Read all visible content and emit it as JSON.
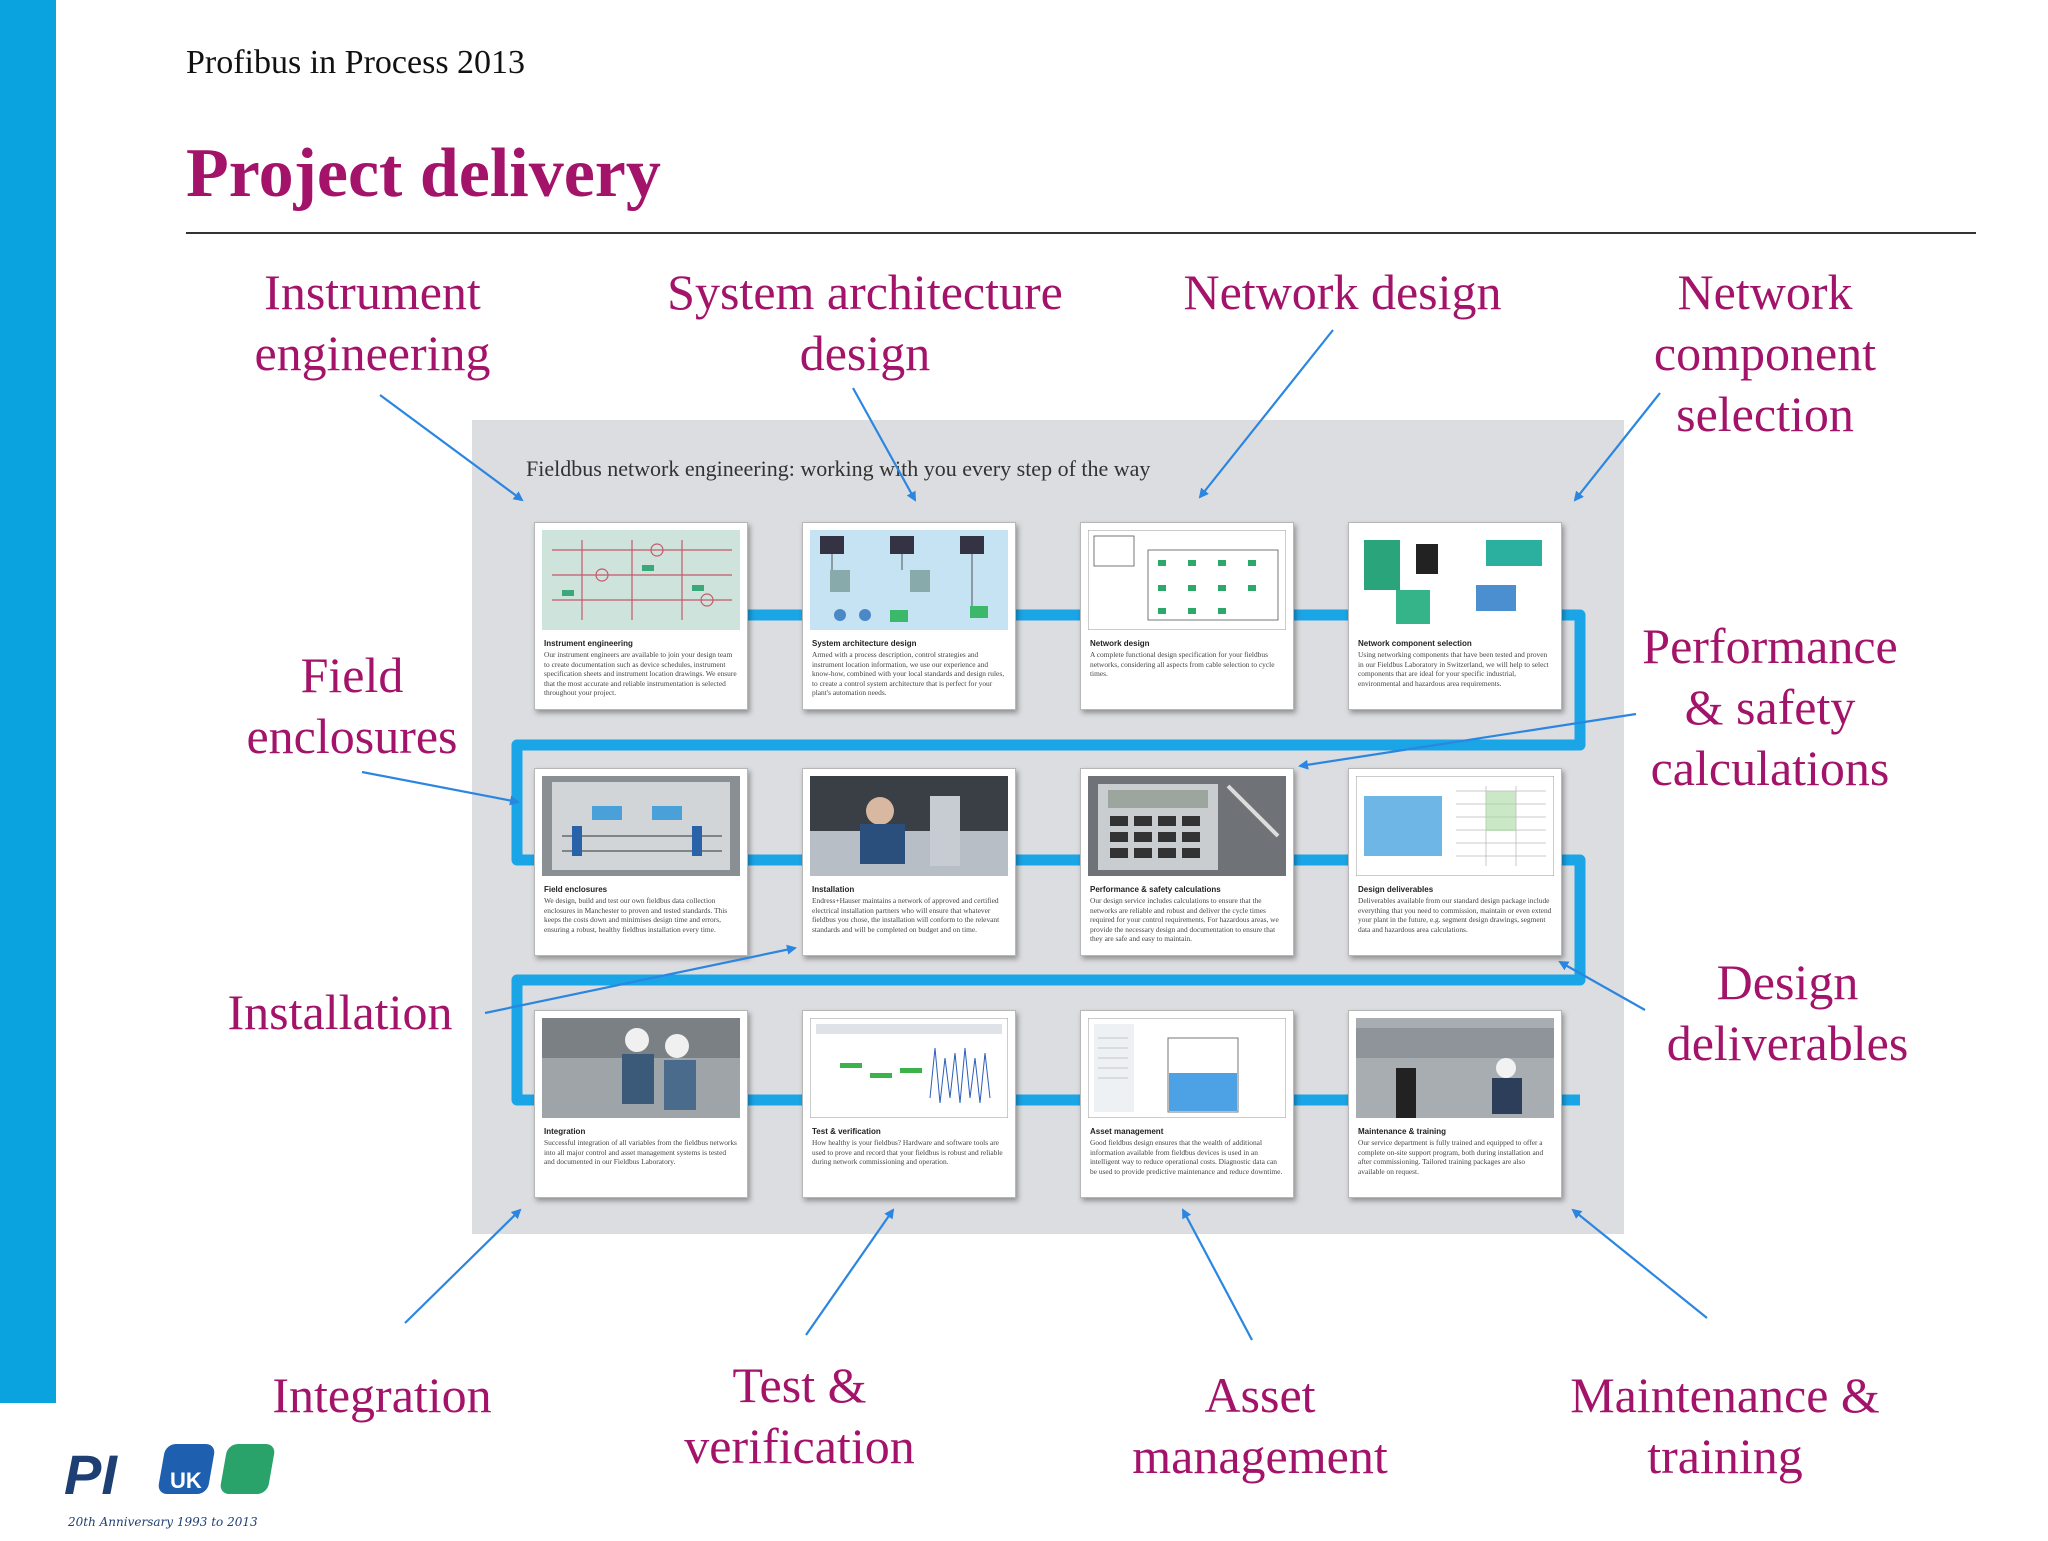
{
  "slide": {
    "header": "Profibus in Process 2013",
    "title": "Project delivery"
  },
  "labels": {
    "instrument_engineering": [
      "Instrument",
      "engineering"
    ],
    "system_architecture": [
      "System architecture",
      "design"
    ],
    "network_design": [
      "Network design"
    ],
    "network_component": [
      "Network",
      "component",
      "selection"
    ],
    "field_enclosures": [
      "Field",
      "enclosures"
    ],
    "performance_safety": [
      "Performance",
      "& safety",
      "calculations"
    ],
    "installation": [
      "Installation"
    ],
    "design_deliverables": [
      "Design",
      "deliverables"
    ],
    "integration": [
      "Integration"
    ],
    "test_verification": [
      "Test &",
      "verification"
    ],
    "asset_management": [
      "Asset",
      "management"
    ],
    "maintenance_training": [
      "Maintenance &",
      "training"
    ]
  },
  "panel": {
    "title": "Fieldbus network engineering: working with you every step of the way",
    "line_color": "#1aa5e6",
    "cards": [
      {
        "title": "Instrument engineering",
        "body": "Our instrument engineers are available to join your design team to create documentation such as device schedules, instrument specification sheets and instrument location drawings. We ensure that the most accurate and reliable instrumentation is selected throughout your project."
      },
      {
        "title": "System architecture design",
        "body": "Armed with a process description, control strategies and instrument location information, we use our experience and know-how, combined with your local standards and design rules, to create a control system architecture that is perfect for your plant's automation needs."
      },
      {
        "title": "Network design",
        "body": "A complete functional design specification for your fieldbus networks, considering all aspects from cable selection to cycle times."
      },
      {
        "title": "Network component selection",
        "body": "Using networking components that have been tested and proven in our Fieldbus Laboratory in Switzerland, we will help to select components that are ideal for your specific industrial, environmental and hazardous area requirements."
      },
      {
        "title": "Field enclosures",
        "body": "We design, build and test our own fieldbus data collection enclosures in Manchester to proven and tested standards. This keeps the costs down and minimises design time and errors, ensuring a robust, healthy fieldbus installation every time."
      },
      {
        "title": "Installation",
        "body": "Endress+Hauser maintains a network of approved and certified electrical installation partners who will ensure that whatever fieldbus you chose, the installation will conform to the relevant standards and will be completed on budget and on time."
      },
      {
        "title": "Performance & safety calculations",
        "body": "Our design service includes calculations to ensure that the networks are reliable and robust and deliver the cycle times required for your control requirements. For hazardous areas, we provide the necessary design and documentation to ensure that they are safe and easy to maintain."
      },
      {
        "title": "Design deliverables",
        "body": "Deliverables available from our standard design package include everything that you need to commission, maintain or even extend your plant in the future, e.g. segment design drawings, segment data and hazardous area calculations."
      },
      {
        "title": "Integration",
        "body": "Successful integration of all variables from the fieldbus networks into all major control and asset management systems is tested and documented in our Fieldbus Laboratory."
      },
      {
        "title": "Test & verification",
        "body": "How healthy is your fieldbus? Hardware and software tools are used to prove and record that your fieldbus is robust and reliable during network commissioning and operation."
      },
      {
        "title": "Asset management",
        "body": "Good fieldbus design ensures that the wealth of additional information available from fieldbus devices is used in an intelligent way to reduce operational costs. Diagnostic data can be used to provide predictive maintenance and reduce downtime."
      },
      {
        "title": "Maintenance & training",
        "body": "Our service department is fully trained and equipped to offer a complete on-site support program, both during installation and after commissioning. Tailored training packages are also available on request."
      }
    ]
  },
  "logo": {
    "text_pi": "PI",
    "text_uk": "UK",
    "tagline": "20th Anniversary 1993 to 2013"
  },
  "colors": {
    "accent_bar": "#0aa3e0",
    "title": "#a4136a",
    "arrow": "#2a86e0"
  }
}
